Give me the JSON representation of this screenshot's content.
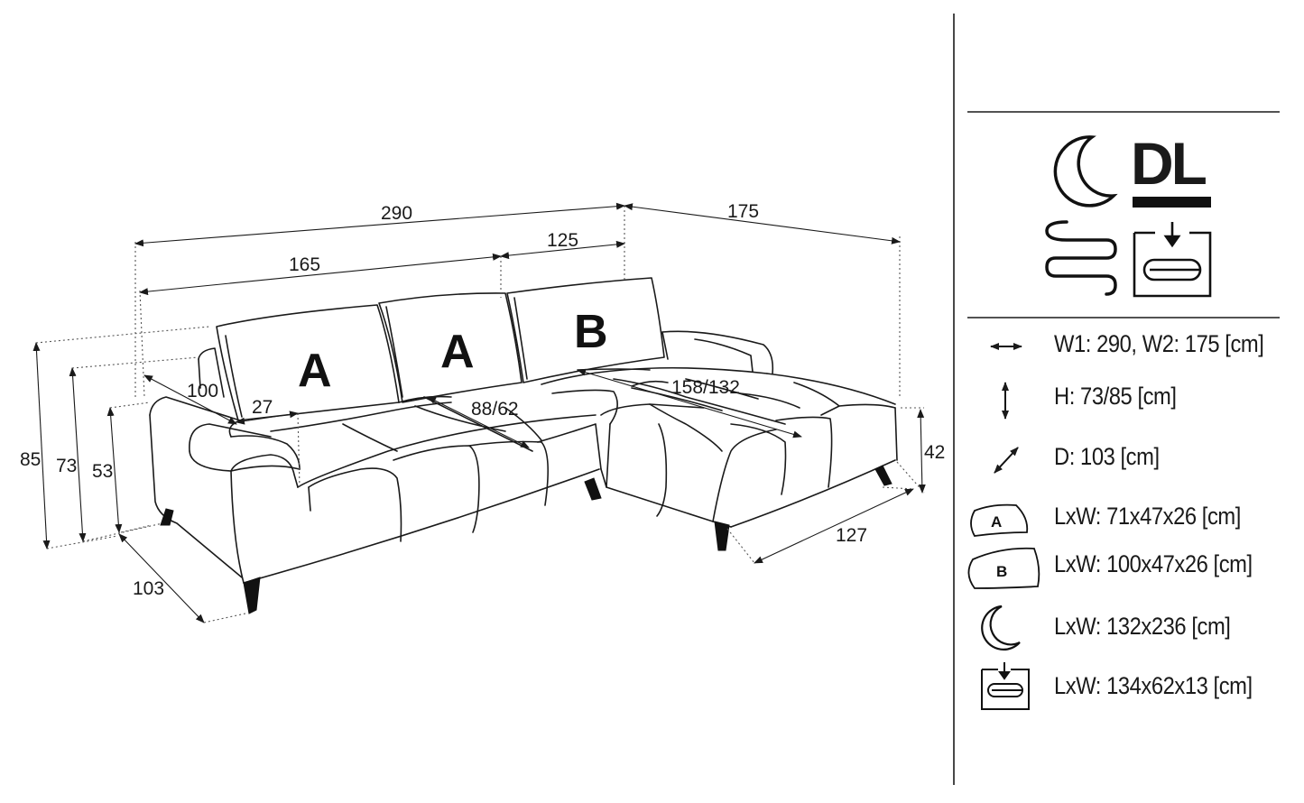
{
  "dimensions": {
    "overall_width": "290",
    "chaise_width": "175",
    "seat_section_width": "165",
    "chaise_section_width": "125",
    "seat_depth": "100",
    "backrest_gap": "27",
    "seat_depth_ext": "88/62",
    "chaise_depth": "158/132",
    "height_max": "85",
    "height_back": "73",
    "height_arm": "53",
    "depth_side": "103",
    "chaise_length": "127",
    "seat_height": "42"
  },
  "cushions": [
    "A",
    "A",
    "B"
  ],
  "badges": {
    "dl": "DL",
    "a": "A",
    "b": "B"
  },
  "specs": [
    {
      "icon": "double-arrow-horizontal-icon",
      "text": "W1: 290, W2: 175 [cm]"
    },
    {
      "icon": "double-arrow-vertical-icon",
      "text": "H: 73/85 [cm]"
    },
    {
      "icon": "double-arrow-diagonal-icon",
      "text": "D: 103 [cm]"
    },
    {
      "icon": "cushion-a-icon",
      "text": "LxW: 71x47x26 [cm]"
    },
    {
      "icon": "cushion-b-icon",
      "text": "LxW: 100x47x26 [cm]"
    },
    {
      "icon": "crescent-moon-icon",
      "text": "LxW: 132x236 [cm]"
    },
    {
      "icon": "storage-box-icon",
      "text": "LxW: 134x62x13 [cm]"
    }
  ],
  "colors": {
    "line": "#1a1a1a",
    "dotted": "#555555",
    "background": "#ffffff"
  }
}
